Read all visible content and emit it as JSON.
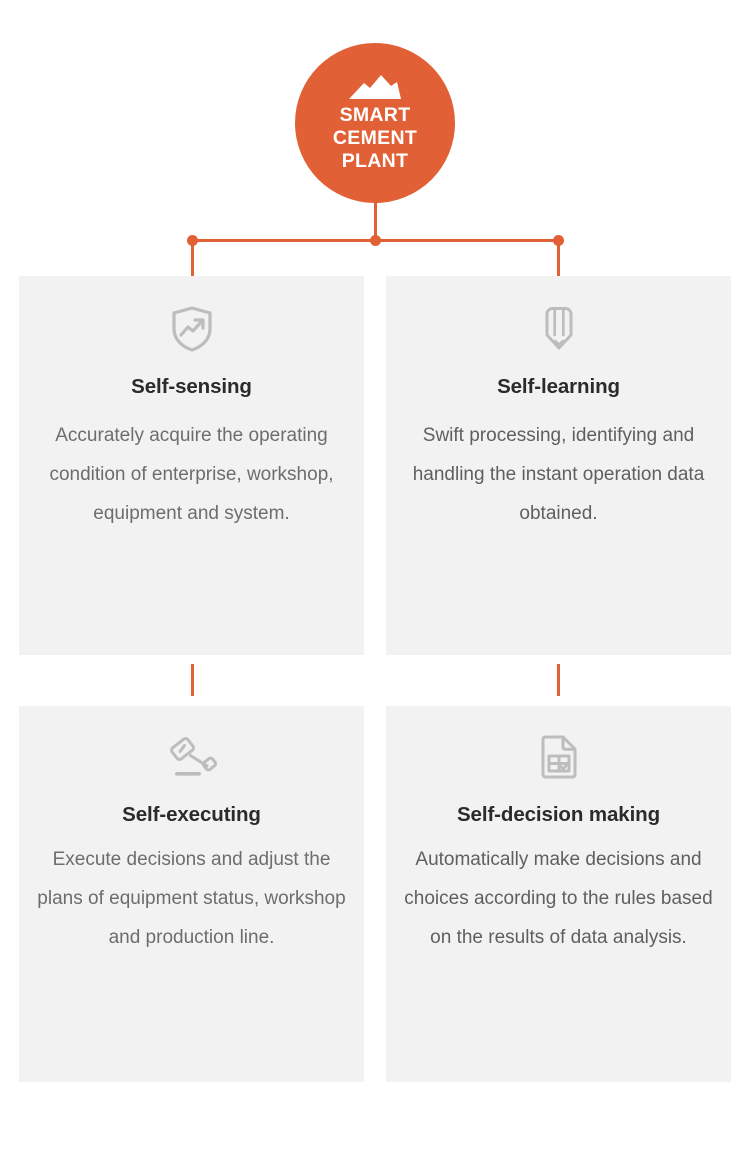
{
  "hub": {
    "icon": "mountain-icon",
    "label": "SMART\nCEMENT\nPLANT",
    "label_lines": [
      "SMART",
      "CEMENT",
      "PLANT"
    ],
    "color": "#E26036",
    "text_color": "#FFFFFF"
  },
  "connectors": {
    "color": "#E26036",
    "dots": 3
  },
  "cards": [
    {
      "icon": "shield-trend-up-icon",
      "title": "Self-sensing",
      "body": "Accurately acquire the operating condition of enterprise, workshop, equipment and system."
    },
    {
      "icon": "pencil-tip-icon",
      "title": "Self-learning",
      "body": "Swift processing, identifying and handling the instant operation data obtained."
    },
    {
      "icon": "gavel-icon",
      "title": "Self-executing",
      "body": "Execute decisions and adjust the plans of equipment status, workshop and production line."
    },
    {
      "icon": "document-table-check-icon",
      "title": "Self-decision making",
      "body": "Automatically make decisions and choices according to the rules based on the results of data analysis."
    }
  ],
  "theme": {
    "background": "#FFFFFF",
    "card_background": "#F2F2F2",
    "accent": "#E26036",
    "title_color": "#2B2B2B",
    "body_color": "#6D6D6D",
    "icon_color": "#B7B7B7"
  }
}
